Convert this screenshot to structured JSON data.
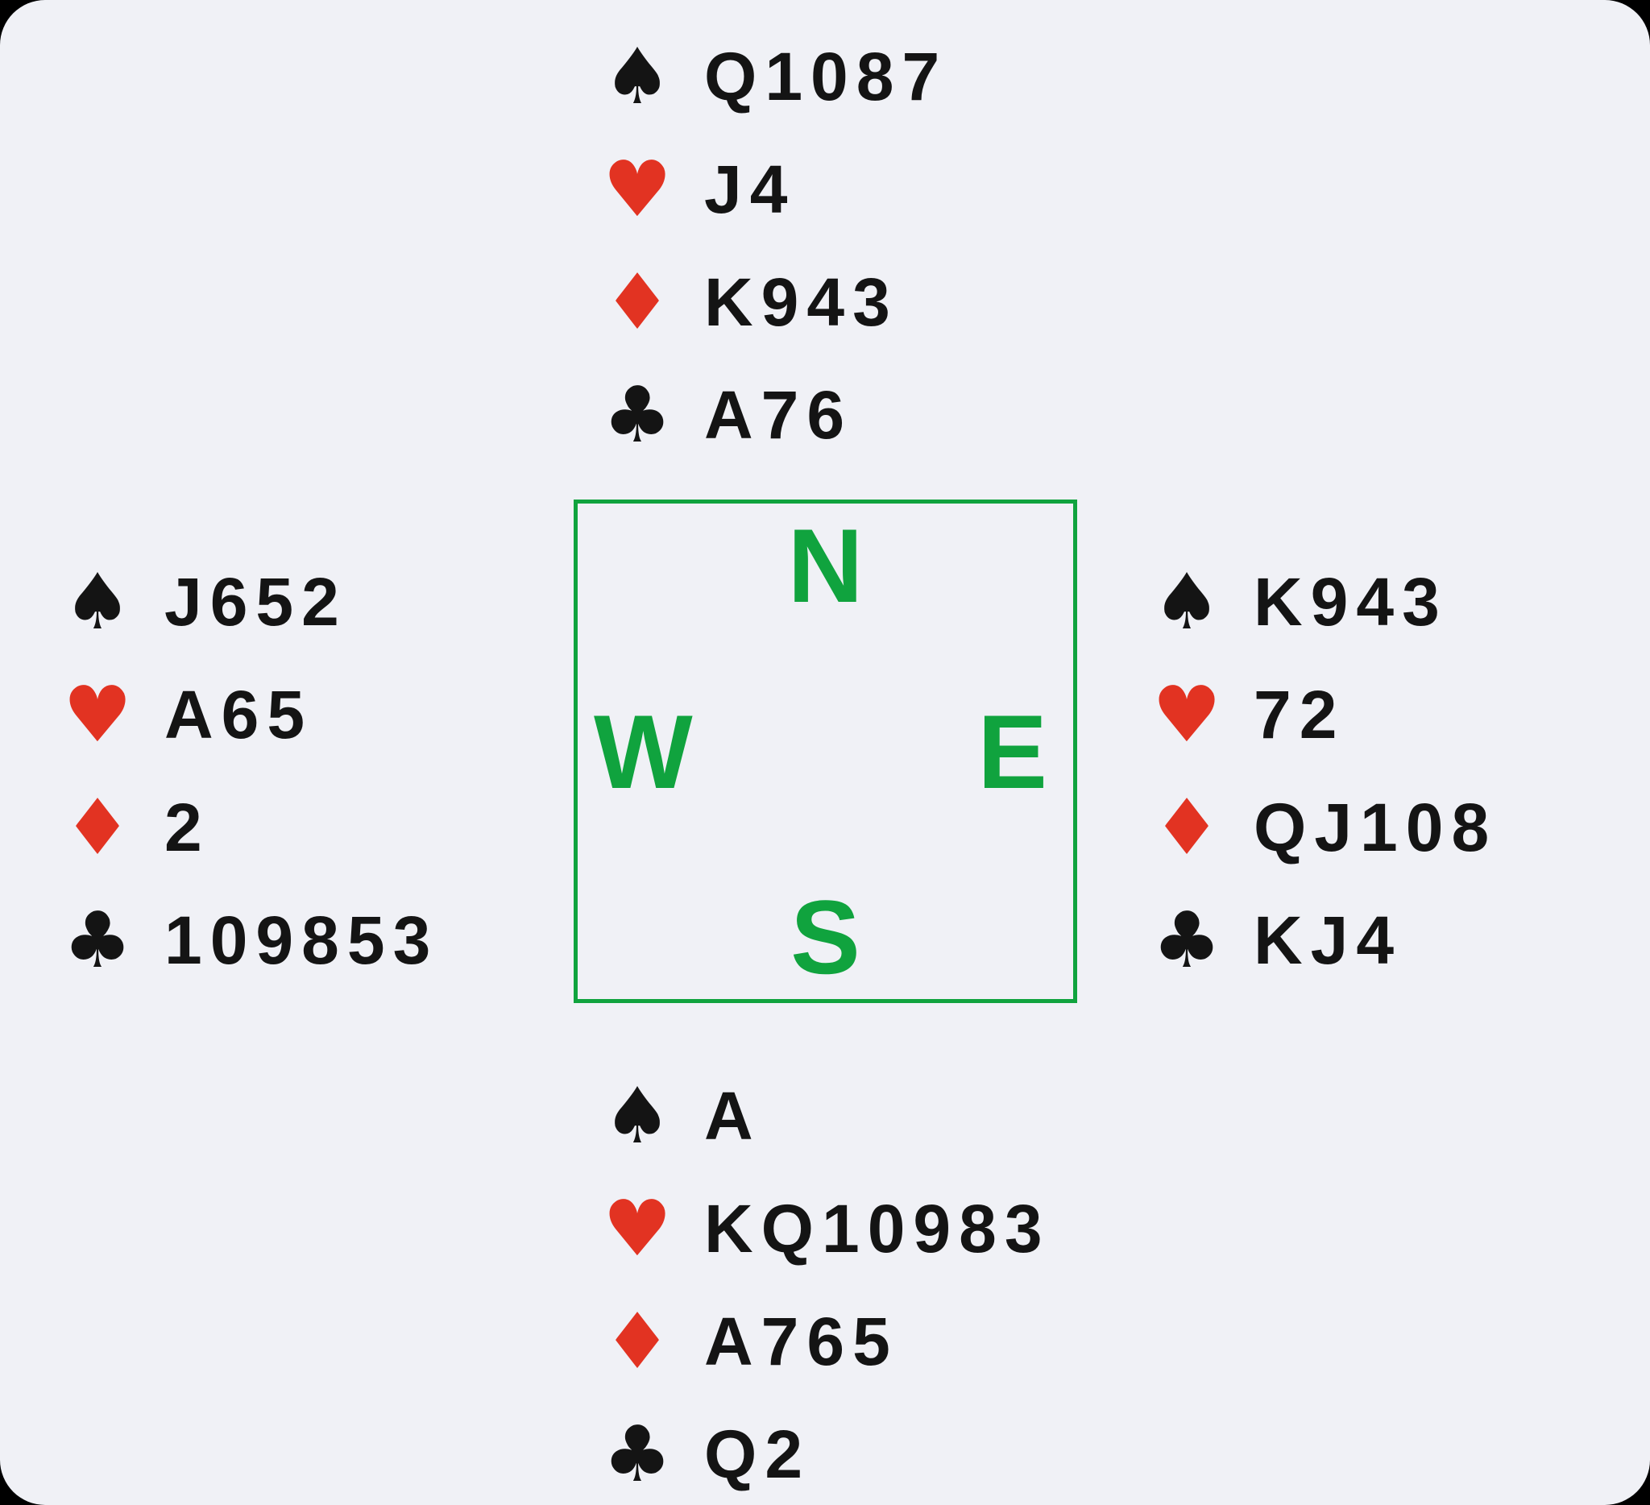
{
  "suits": {
    "spade": "♠",
    "heart": "♥",
    "diamond": "♦",
    "club": "♣"
  },
  "hands": {
    "north": {
      "spades": "Q1087",
      "hearts": "J4",
      "diamonds": "K943",
      "clubs": "A76"
    },
    "west": {
      "spades": "J652",
      "hearts": "A65",
      "diamonds": "2",
      "clubs": "109853"
    },
    "east": {
      "spades": "K943",
      "hearts": "72",
      "diamonds": "QJ108",
      "clubs": "KJ4"
    },
    "south": {
      "spades": "A",
      "hearts": "KQ10983",
      "diamonds": "A765",
      "clubs": "Q2"
    }
  },
  "compass": {
    "north": "N",
    "east": "E",
    "south": "S",
    "west": "W"
  },
  "colors": {
    "red_suit": "#E23322",
    "black_suit": "#141414",
    "compass_green": "#10A33E",
    "card_background": "#F0F1F6",
    "page_background": "#000000"
  }
}
